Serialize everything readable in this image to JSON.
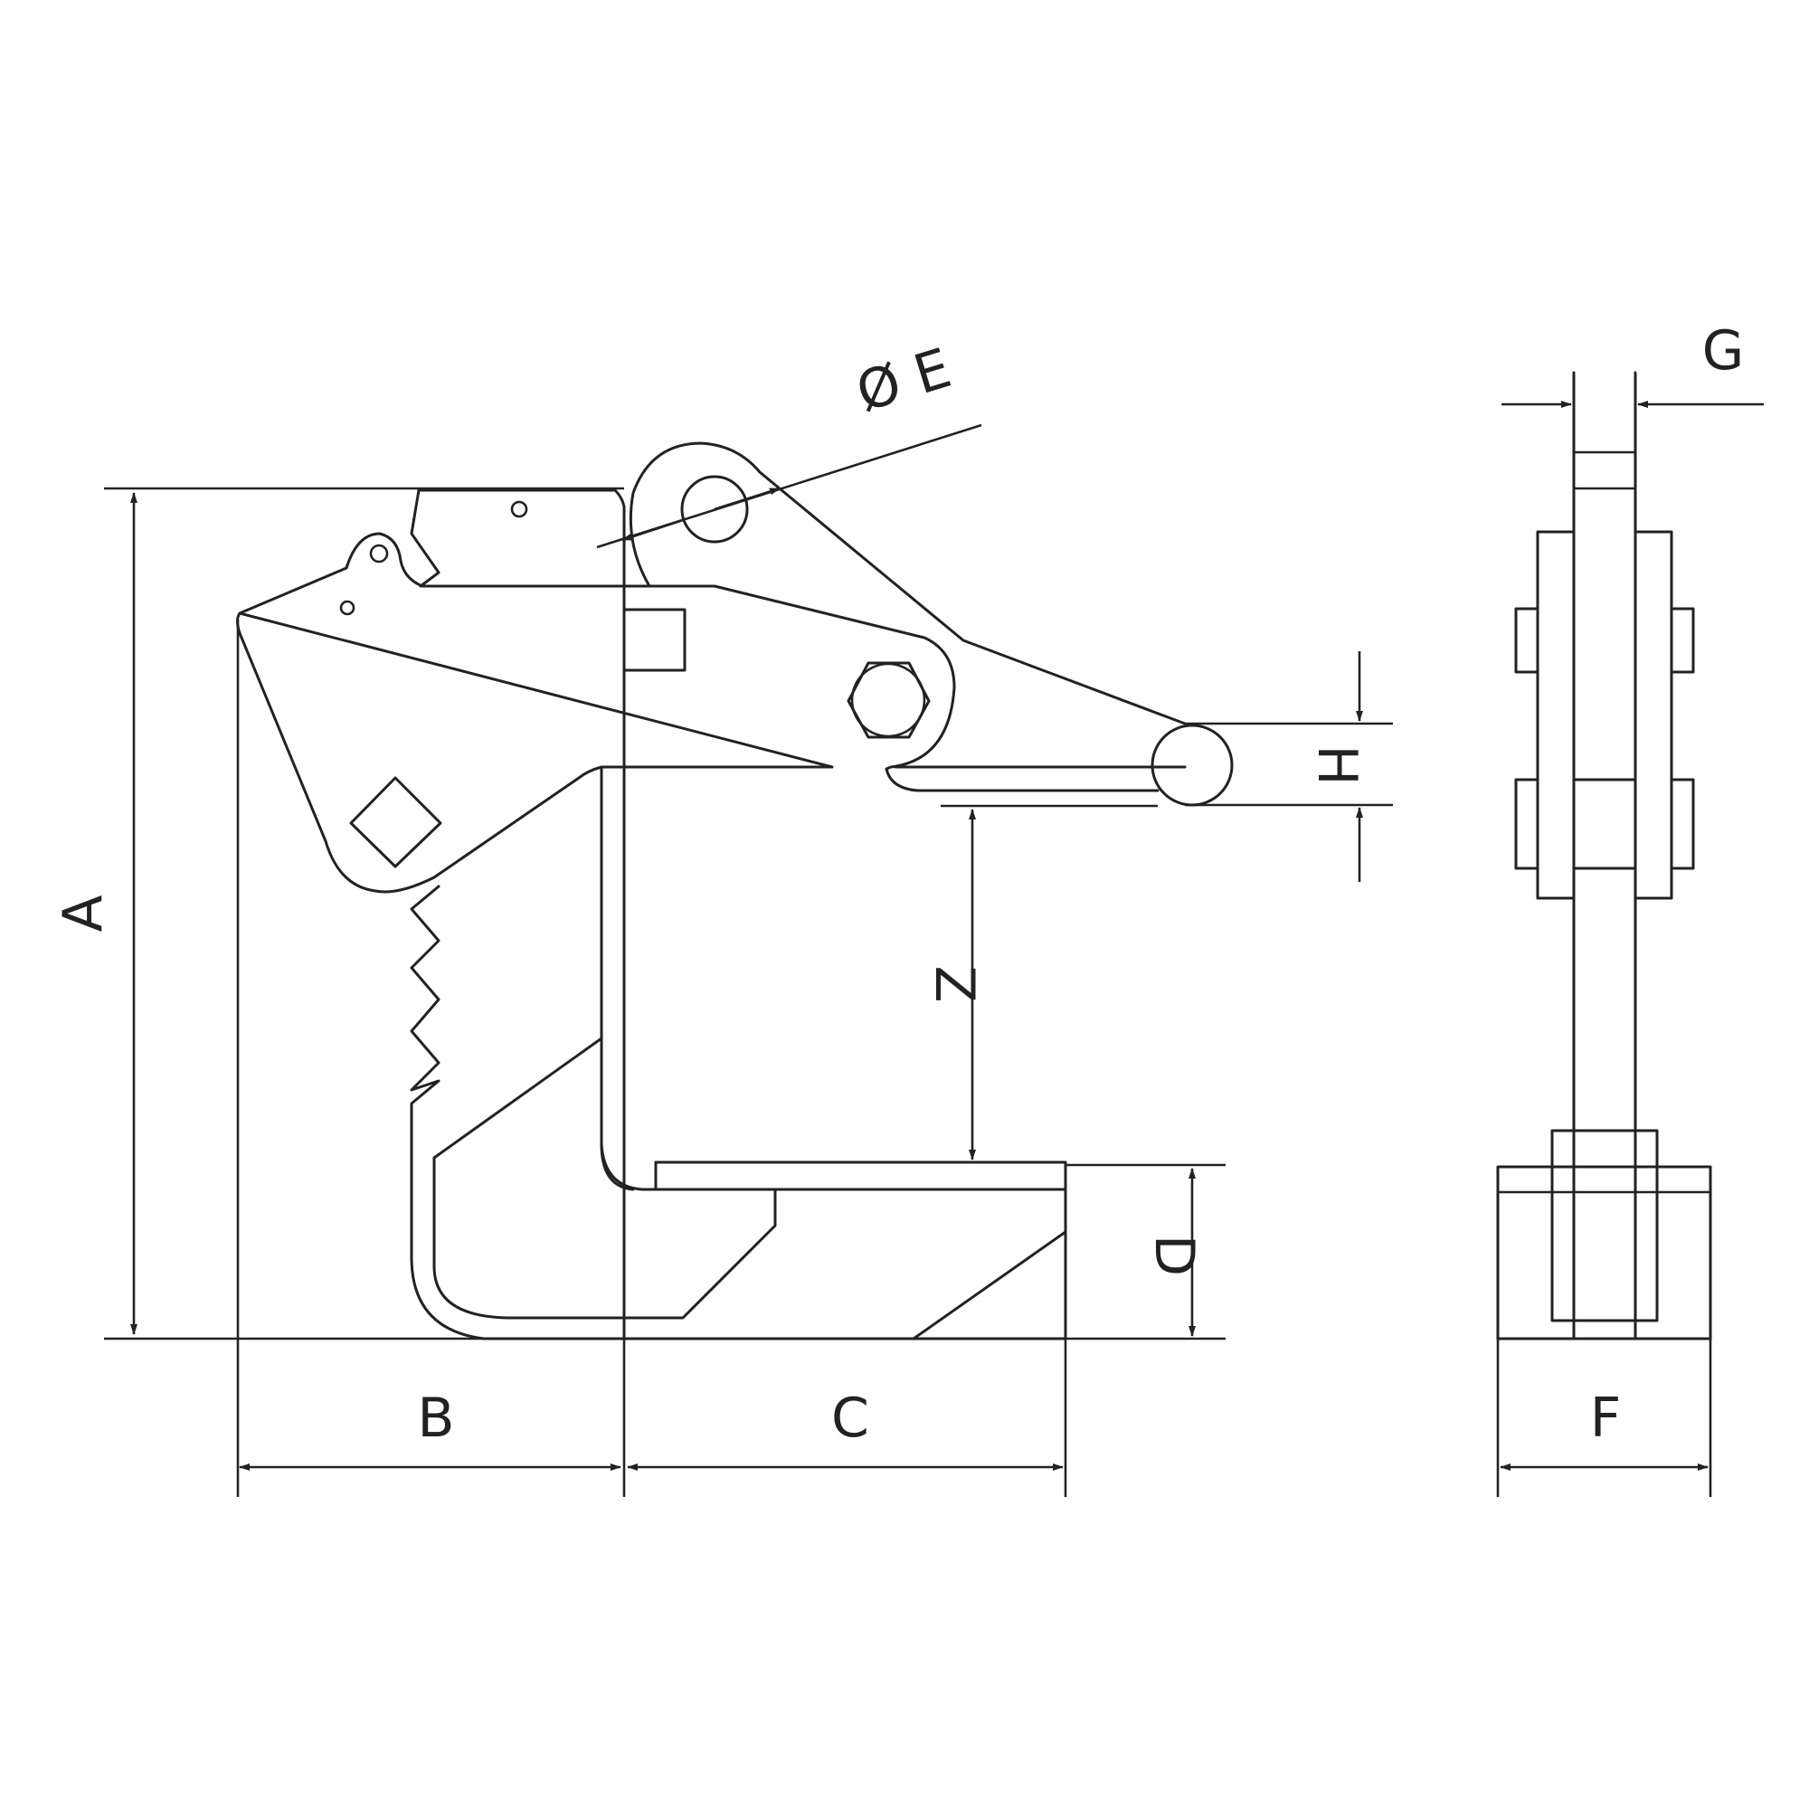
{
  "drawing": {
    "labels": {
      "a": "A",
      "b": "B",
      "c": "C",
      "d": "D",
      "e": "Ø E",
      "f": "F",
      "g": "G",
      "h": "H",
      "z": "Z"
    },
    "colors": {
      "line": "#222222",
      "background": "#ffffff"
    }
  }
}
